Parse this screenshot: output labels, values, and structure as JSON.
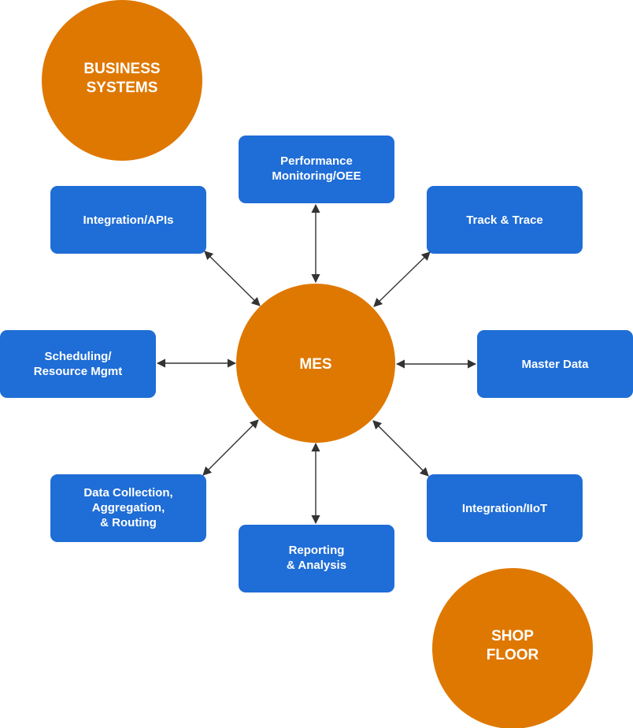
{
  "colors": {
    "box": "#1f6dd6",
    "circle": "#df7800",
    "arrow": "#333333",
    "text": "#ffffff"
  },
  "circles": {
    "business": [
      "BUSINESS",
      "SYSTEMS"
    ],
    "mes": [
      "MES"
    ],
    "shop_floor": [
      "SHOP",
      "FLOOR"
    ]
  },
  "modules": {
    "performance": [
      "Performance",
      "Monitoring/OEE"
    ],
    "integration_apis": [
      "Integration/APIs"
    ],
    "track_trace": [
      "Track & Trace"
    ],
    "scheduling": [
      "Scheduling/",
      "Resource Mgmt"
    ],
    "master_data": [
      "Master Data"
    ],
    "data_collection": [
      "Data Collection,",
      "Aggregation,",
      "& Routing"
    ],
    "integration_iiot": [
      "Integration/IIoT"
    ],
    "reporting": [
      "Reporting",
      "& Analysis"
    ]
  }
}
